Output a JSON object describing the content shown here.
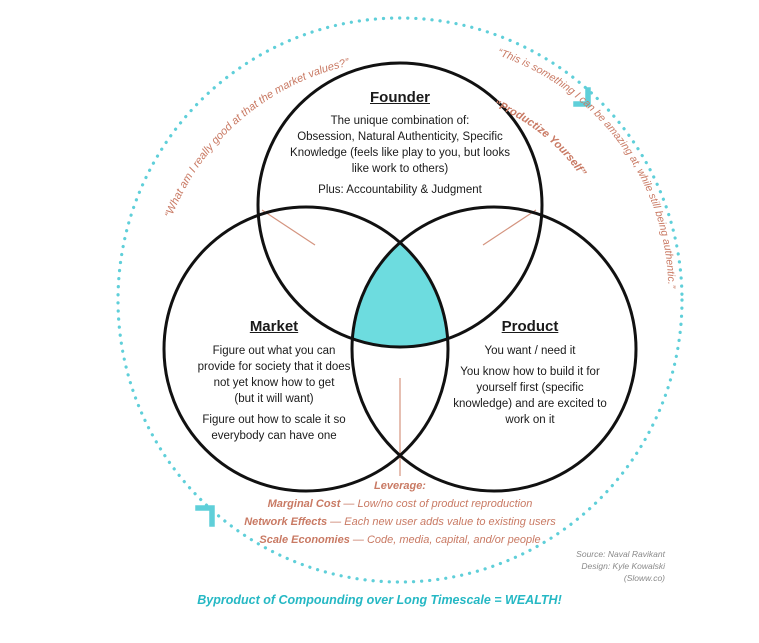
{
  "colors": {
    "accent": "#6ddcdf",
    "dotted_ring": "#5fcfd9",
    "annotation": "#c97a64",
    "circle_stroke": "#111111",
    "tagline": "#25b8c4"
  },
  "founder": {
    "title": "Founder",
    "line1": "The unique combination of:",
    "line2": "Obsession, Natural Authenticity, Specific",
    "line3": "Knowledge (feels like play to you, but looks",
    "line4": "like work to others)",
    "plus": "Plus: Accountability & Judgment"
  },
  "market": {
    "title": "Market",
    "line1": "Figure out what you can",
    "line2": "provide for society that it does",
    "line3": "not yet know how to get",
    "line4": "(but it will want)",
    "line5": "Figure out how to scale it so",
    "line6": "everybody can have one"
  },
  "product": {
    "title": "Product",
    "line1": "You want / need it",
    "line2": "You know how to build it for",
    "line3": "yourself first (specific",
    "line4": "knowledge) and are excited to",
    "line5": "work on it"
  },
  "annotations": {
    "left_quote": "“What am I really good at that the market values?”",
    "right_quote": "“This is something I can be amazing at, while still being authentic.”",
    "productize": "“Productize Yourself”"
  },
  "leverage": {
    "heading": "Leverage:",
    "items": [
      {
        "name": "Marginal Cost",
        "desc": " — Low/no cost of product reproduction"
      },
      {
        "name": "Network Effects",
        "desc": " — Each new user adds value to existing users"
      },
      {
        "name": "Scale Economies",
        "desc": " — Code, media, capital, and/or people"
      }
    ]
  },
  "credits": {
    "source": "Source: Naval Ravikant",
    "design": "Design: Kyle Kowalski",
    "site": "(Sloww.co)"
  },
  "tagline": "Byproduct of Compounding over Long Timescale = WEALTH!"
}
